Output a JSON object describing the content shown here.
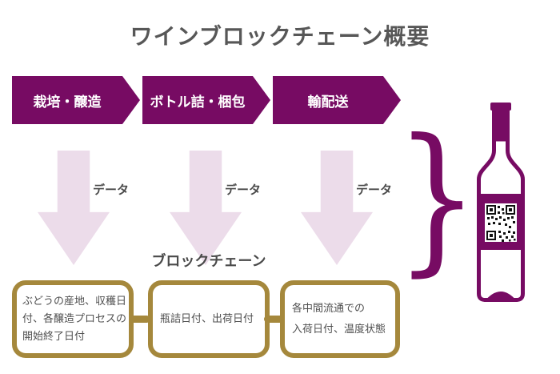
{
  "colors": {
    "purple": "#770b63",
    "pink_arrow": "#ecdcea",
    "gold": "#a5883c",
    "title_text": "#575757",
    "body_text": "#4f4f4f"
  },
  "title": "ワインブロックチェーン概要",
  "stages": [
    {
      "label": "栽培・醸造"
    },
    {
      "label": "ボトル詰・梱包"
    },
    {
      "label": "輸配送"
    }
  ],
  "data_flow": {
    "labels": [
      "データ",
      "データ",
      "データ"
    ]
  },
  "blockchain": {
    "label": "ブロックチェーン",
    "blocks": [
      {
        "lines": [
          "ぶどうの産地、収穫日",
          "付、各醸造プロセスの",
          "開始終了日付"
        ]
      },
      {
        "lines": [
          "瓶詰日付、出荷日付"
        ]
      },
      {
        "lines": [
          "各中間流通での",
          "入荷日付、温度状態"
        ]
      }
    ]
  },
  "brace_glyph": "}"
}
